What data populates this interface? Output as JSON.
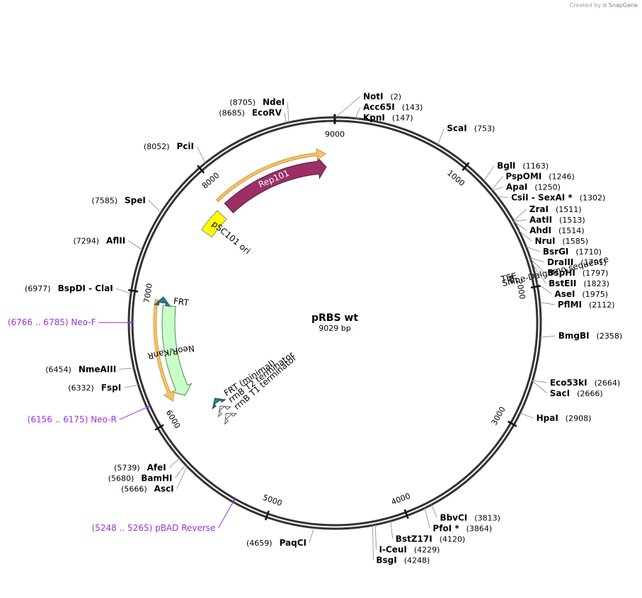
{
  "credit": {
    "prefix": "Created by",
    "brand": "SnapGene"
  },
  "plasmid": {
    "name": "pRBS wt",
    "length_label": "9029 bp",
    "length": 9029
  },
  "tick_marks": [
    {
      "bp": 0,
      "label": "9000"
    },
    {
      "bp": 1000,
      "label": "1000"
    },
    {
      "bp": 2000,
      "label": "2000"
    },
    {
      "bp": 3000,
      "label": "3000"
    },
    {
      "bp": 4000,
      "label": "4000"
    },
    {
      "bp": 5000,
      "label": "5000"
    },
    {
      "bp": 6000,
      "label": "6000"
    },
    {
      "bp": 7000,
      "label": "7000"
    },
    {
      "bp": 8000,
      "label": "8000"
    }
  ],
  "sites": [
    {
      "name": "NotI",
      "pos": "(2)",
      "bp": 2,
      "side": "right"
    },
    {
      "name": "Acc65I",
      "pos": "(143)",
      "bp": 143,
      "side": "right"
    },
    {
      "name": "KpnI",
      "pos": "(147)",
      "bp": 147,
      "side": "right"
    },
    {
      "name": "ScaI",
      "pos": "(753)",
      "bp": 753,
      "side": "right"
    },
    {
      "name": "BglI",
      "pos": "(1163)",
      "bp": 1163,
      "side": "right"
    },
    {
      "name": "PspOMI",
      "pos": "(1246)",
      "bp": 1246,
      "side": "right"
    },
    {
      "name": "ApaI",
      "pos": "(1250)",
      "bp": 1250,
      "side": "right"
    },
    {
      "name": "CsiI  - SexAI *",
      "pos": "(1302)",
      "bp": 1302,
      "side": "right"
    },
    {
      "name": "ZraI",
      "pos": "(1511)",
      "bp": 1511,
      "side": "right"
    },
    {
      "name": "AatII",
      "pos": "(1513)",
      "bp": 1513,
      "side": "right"
    },
    {
      "name": "AhdI",
      "pos": "(1514)",
      "bp": 1514,
      "side": "right"
    },
    {
      "name": "NruI",
      "pos": "(1585)",
      "bp": 1585,
      "side": "right"
    },
    {
      "name": "BsrGI",
      "pos": "(1710)",
      "bp": 1710,
      "side": "right"
    },
    {
      "name": "DraIII",
      "pos": "(1791)",
      "bp": 1791,
      "side": "right"
    },
    {
      "name": "BspHI",
      "pos": "(1797)",
      "bp": 1797,
      "side": "right"
    },
    {
      "name": "BstEII",
      "pos": "(1823)",
      "bp": 1823,
      "side": "right"
    },
    {
      "name": "AseI",
      "pos": "(1975)",
      "bp": 1975,
      "side": "right"
    },
    {
      "name": "PflMI",
      "pos": "(2112)",
      "bp": 2112,
      "side": "right"
    },
    {
      "name": "BmgBI",
      "pos": "(2358)",
      "bp": 2358,
      "side": "right"
    },
    {
      "name": "Eco53kI",
      "pos": "(2664)",
      "bp": 2664,
      "side": "right"
    },
    {
      "name": "SacI",
      "pos": "(2666)",
      "bp": 2666,
      "side": "right"
    },
    {
      "name": "HpaI",
      "pos": "(2908)",
      "bp": 2908,
      "side": "right"
    },
    {
      "name": "BbvCI",
      "pos": "(3813)",
      "bp": 3813,
      "side": "right"
    },
    {
      "name": "PfoI *",
      "pos": "(3864)",
      "bp": 3864,
      "side": "right"
    },
    {
      "name": "BstZ17I",
      "pos": "(4120)",
      "bp": 4120,
      "side": "right"
    },
    {
      "name": "I-CeuI",
      "pos": "(4229)",
      "bp": 4229,
      "side": "right"
    },
    {
      "name": "BsgI",
      "pos": "(4248)",
      "bp": 4248,
      "side": "right"
    },
    {
      "name": "PaqCI",
      "pos": "(4659)",
      "bp": 4659,
      "side": "left"
    },
    {
      "name": "AscI",
      "pos": "(5666)",
      "bp": 5666,
      "side": "left"
    },
    {
      "name": "BamHI",
      "pos": "(5680)",
      "bp": 5680,
      "side": "left"
    },
    {
      "name": "AfeI",
      "pos": "(5739)",
      "bp": 5739,
      "side": "left"
    },
    {
      "name": "FspI",
      "pos": "(6332)",
      "bp": 6332,
      "side": "left"
    },
    {
      "name": "NmeAIII",
      "pos": "(6454)",
      "bp": 6454,
      "side": "left"
    },
    {
      "name": "BspDI  - ClaI",
      "pos": "(6977)",
      "bp": 6977,
      "side": "left"
    },
    {
      "name": "AflII",
      "pos": "(7294)",
      "bp": 7294,
      "side": "left"
    },
    {
      "name": "SpeI",
      "pos": "(7585)",
      "bp": 7585,
      "side": "left"
    },
    {
      "name": "PciI",
      "pos": "(8052)",
      "bp": 8052,
      "side": "left"
    },
    {
      "name": "EcoRV",
      "pos": "(8685)",
      "bp": 8685,
      "side": "left"
    },
    {
      "name": "NdeI",
      "pos": "(8705)",
      "bp": 8705,
      "side": "left"
    }
  ],
  "primers": [
    {
      "range": "(6766 .. 6785)",
      "name": "Neo-F",
      "bp": 6775
    },
    {
      "range": "(6156 .. 6175)",
      "name": "Neo-R",
      "bp": 6165
    },
    {
      "range": "(5248 .. 5265)",
      "name": "pBAD Reverse",
      "bp": 5256
    }
  ],
  "features": [
    {
      "name": "Rep101",
      "type": "cds",
      "start": 7960,
      "end": 8950,
      "color": "#9b2f66"
    },
    {
      "name": "pSC101 ori",
      "type": "ori",
      "start": 7650,
      "end": 7870,
      "color": "#ffff00"
    },
    {
      "name": "NeoR/KanR",
      "type": "cds",
      "start": 6125,
      "end": 6920,
      "color": "#c9ffc9"
    },
    {
      "name": "FRT",
      "type": "site",
      "start": 6940,
      "end": 6990,
      "color": "#2e7a8a"
    },
    {
      "name": "FRT (minimal)",
      "type": "site",
      "start": 5920,
      "end": 5965,
      "color": "#2e7a8a"
    },
    {
      "name": "rrnB T2 terminator",
      "type": "terminator",
      "start": 5840,
      "end": 5870,
      "color": "#ffffff"
    },
    {
      "name": "rrnB T1 terminator",
      "type": "terminator",
      "start": 5730,
      "end": 5775,
      "color": "#ffffff"
    },
    {
      "name": "TEE",
      "type": "misc",
      "start": 1880,
      "end": 1905,
      "color": "#9b2f66"
    },
    {
      "name": "Shine-Dalgarno sequence",
      "type": "misc",
      "start": 1920,
      "end": 1935,
      "color": "#9b2f66"
    }
  ]
}
